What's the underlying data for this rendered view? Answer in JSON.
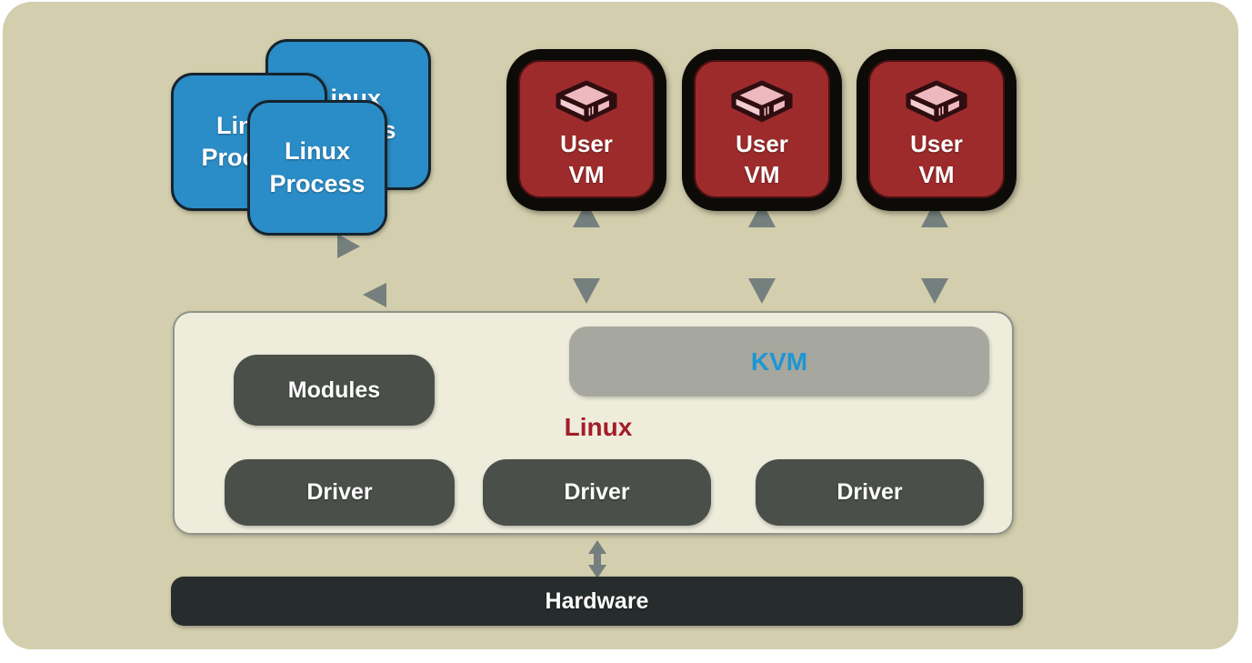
{
  "colors": {
    "page_bg": "#ffffff",
    "canvas_bg": "#d3cead",
    "process_blue": "#2b8dc7",
    "process_border": "#16242e",
    "vm_red": "#9e2b2b",
    "vm_border_black": "#0d0b08",
    "kernel_box_bg": "#eeeddc",
    "kernel_box_border": "#8f948c",
    "dark_node": "#4a4f49",
    "kvm_gray": "#a6a79e",
    "kvm_text": "#1f96d4",
    "linux_text": "#a31d2a",
    "hardware_bg": "#272c2d",
    "arrow_gray": "#75807e"
  },
  "process_stack": {
    "back": "Linux\nProcess",
    "left": "Linux\nProcess",
    "front": "Linux\nProcess"
  },
  "vms": [
    {
      "label": "User\nVM",
      "icon": "vm-server-box-3d"
    },
    {
      "label": "User\nVM",
      "icon": "vm-server-box-3d"
    },
    {
      "label": "User\nVM",
      "icon": "vm-server-box-3d"
    }
  ],
  "kernel": {
    "modules": "Modules",
    "kvm": "KVM",
    "os": "Linux",
    "drivers": [
      "Driver",
      "Driver",
      "Driver"
    ]
  },
  "hardware": {
    "label": "Hardware"
  }
}
